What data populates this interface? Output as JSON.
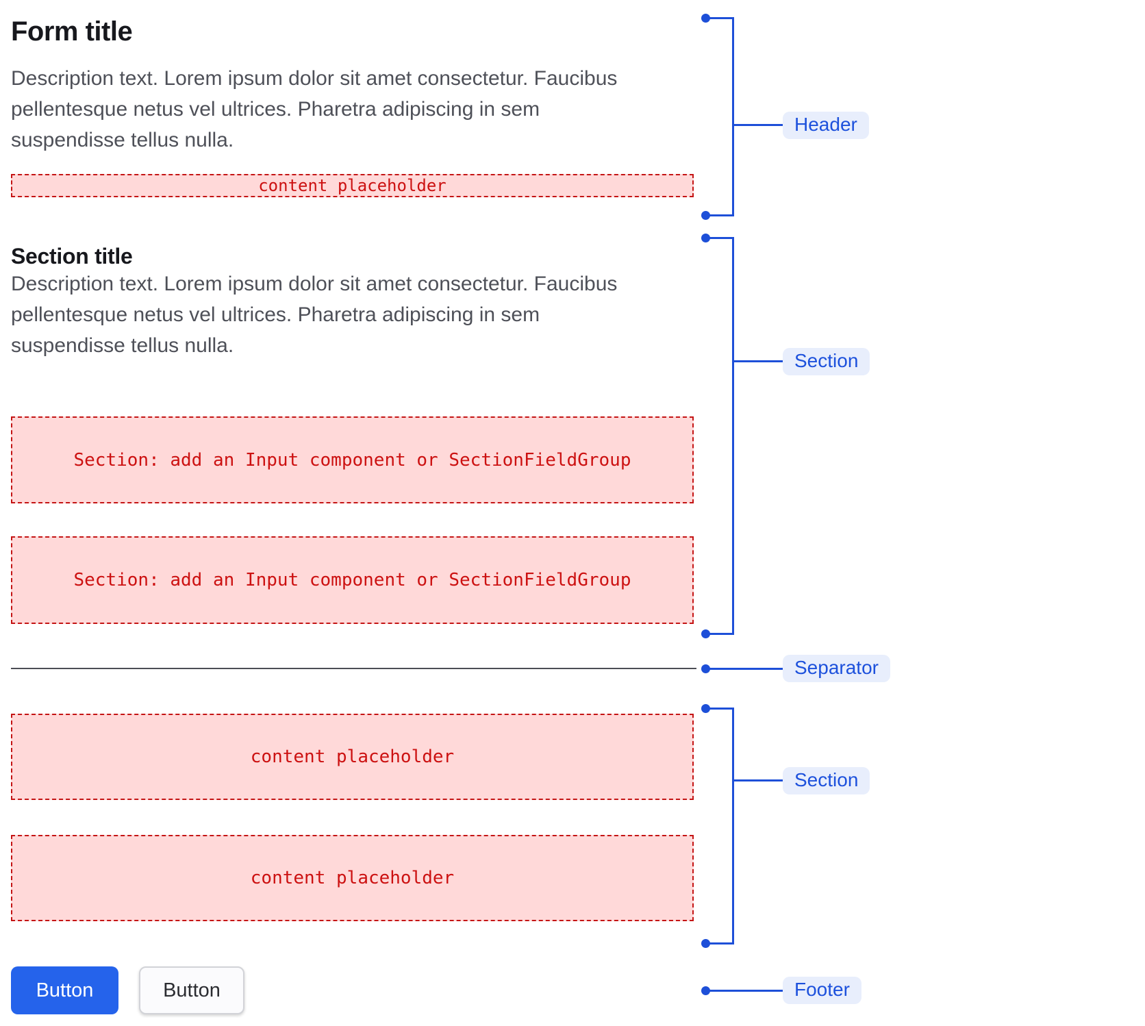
{
  "header": {
    "title": "Form title",
    "description": "Description text. Lorem ipsum dolor sit amet consectetur. Faucibus pellentesque netus vel ultrices. Pharetra adipiscing in sem suspendisse tellus nulla.",
    "placeholder": "content placeholder"
  },
  "section_one": {
    "title": "Section title",
    "description": "Description text. Lorem ipsum dolor sit amet consectetur. Faucibus pellentesque netus vel ultrices. Pharetra adipiscing in sem suspendisse tellus nulla.",
    "slots": [
      "Section: add an Input component or SectionFieldGroup",
      "Section: add an Input component or SectionFieldGroup"
    ]
  },
  "section_two": {
    "slots": [
      "content placeholder",
      "content placeholder"
    ]
  },
  "footer": {
    "primary_button": "Button",
    "secondary_button": "Button"
  },
  "annotations": {
    "header_label": "Header",
    "section_one_label": "Section",
    "separator_label": "Separator",
    "section_two_label": "Section",
    "footer_label": "Footer"
  },
  "colors": {
    "annotation_blue": "#1d4fd8",
    "annotation_pill_bg": "#e8eefc",
    "annotation_pill_text": "#1d51dc",
    "placeholder_bg": "#ffd9d9",
    "placeholder_border": "#c41414",
    "placeholder_text": "#cc1111",
    "primary_button_bg": "#2563eb",
    "separator_line": "#4b4d55"
  }
}
